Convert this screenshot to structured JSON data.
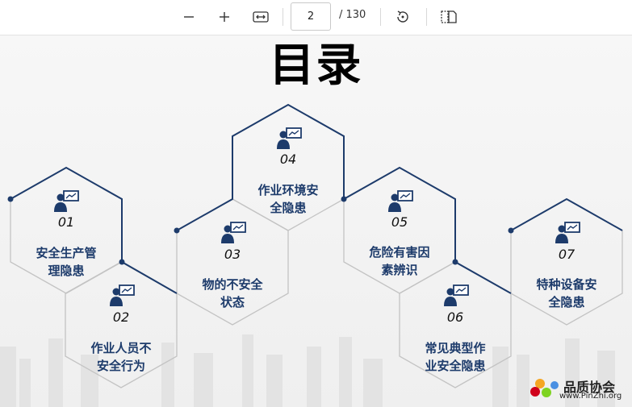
{
  "toolbar": {
    "zoom_out_icon": "minus-icon",
    "zoom_in_icon": "plus-icon",
    "fit_icon": "fit-width-icon",
    "page_current": "2",
    "page_total": "/ 130",
    "rotate_icon": "rotate-icon",
    "spread_icon": "page-spread-icon"
  },
  "slide": {
    "title": "目录",
    "items": [
      {
        "num": "01",
        "line1": "安全生产管",
        "line2": "理隐患"
      },
      {
        "num": "02",
        "line1": "作业人员不",
        "line2": "安全行为"
      },
      {
        "num": "03",
        "line1": "物的不安全",
        "line2": "状态"
      },
      {
        "num": "04",
        "line1": "作业环境安",
        "line2": "全隐患"
      },
      {
        "num": "05",
        "line1": "危险有害因",
        "line2": "素辨识"
      },
      {
        "num": "06",
        "line1": "常见典型作",
        "line2": "业安全隐患"
      },
      {
        "num": "07",
        "line1": "特种设备安",
        "line2": "全隐患"
      }
    ],
    "logo": {
      "name": "品质协会",
      "url": "www.PinZhi.org"
    }
  },
  "colors": {
    "accent": "#1d3b6b",
    "hex_outline": "#c0c0c0"
  }
}
